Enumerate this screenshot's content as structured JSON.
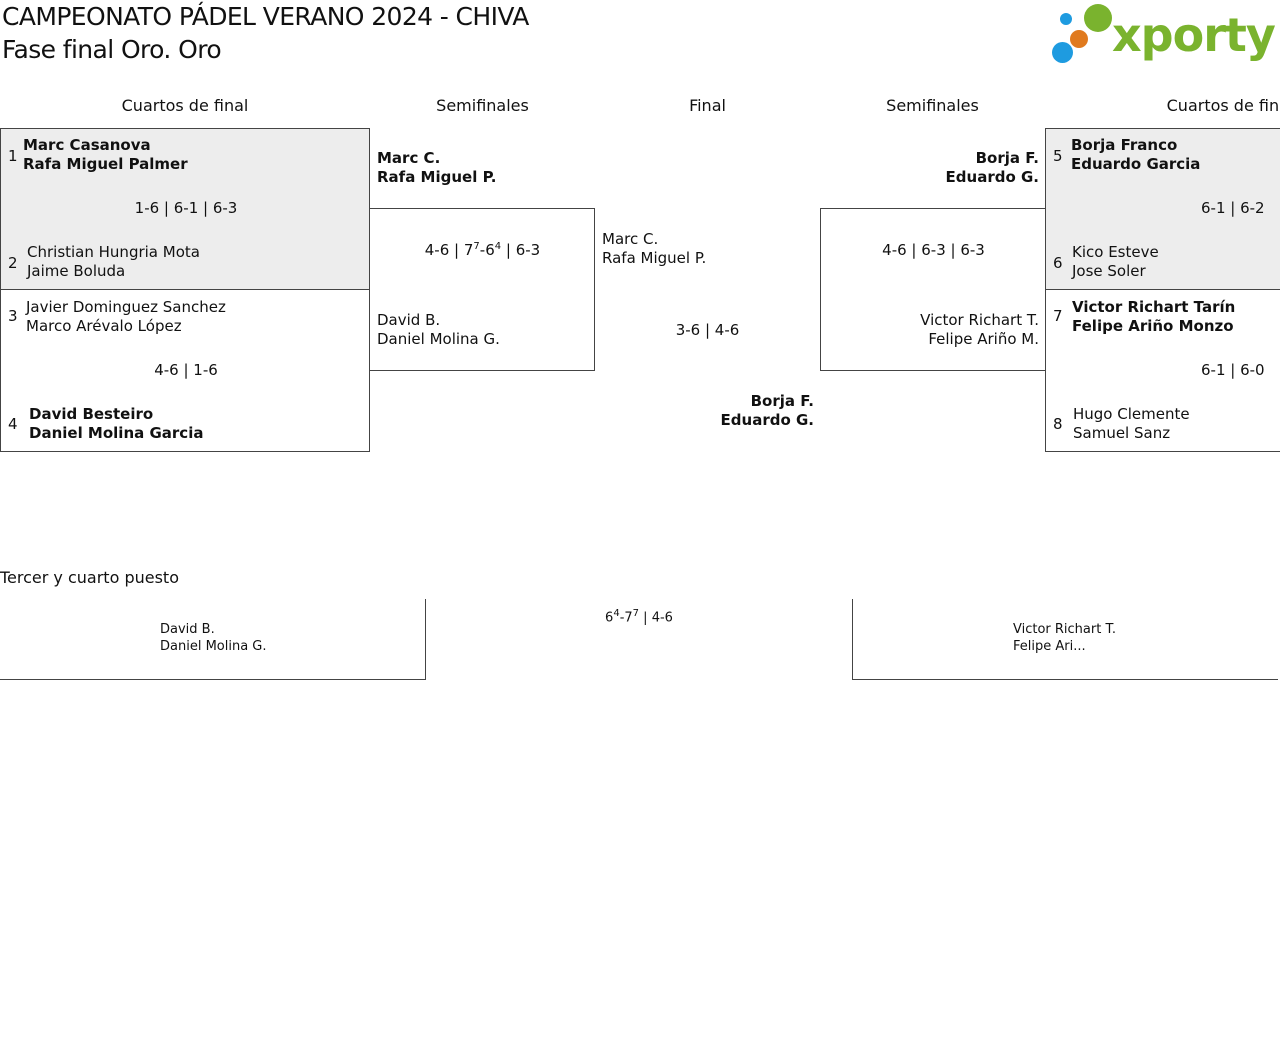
{
  "header": {
    "title": "CAMPEONATO PÁDEL VERANO 2024 - CHIVA",
    "subtitle": "Fase final Oro. Oro"
  },
  "logo": {
    "text": "xporty",
    "brand_color": "#7ab32e",
    "dot_colors": [
      "#7ab32e",
      "#e07a1e",
      "#1e9be0"
    ]
  },
  "rounds": {
    "qf_left": "Cuartos de final",
    "sf_left": "Semifinales",
    "final": "Final",
    "sf_right": "Semifinales",
    "qf_right": "Cuartos de final"
  },
  "qf": [
    {
      "seed_a": "1",
      "a1": "Marc Casanova",
      "a2": "Rafa Miguel Palmer",
      "score": "1-6 | 6-1 | 6-3",
      "seed_b": "2",
      "b1": "Christian Hungria Mota",
      "b2": "Jaime Boluda"
    },
    {
      "seed_a": "3",
      "a1": "Javier Dominguez Sanchez",
      "a2": "Marco Arévalo López",
      "score": "4-6 | 1-6",
      "seed_b": "4",
      "b1": "David Besteiro",
      "b2": "Daniel Molina Garcia"
    },
    {
      "seed_a": "5",
      "a1": "Borja Franco",
      "a2": "Eduardo Garcia",
      "score": "6-1 | 6-2",
      "seed_b": "6",
      "b1": "Kico Esteve",
      "b2": "Jose Soler"
    },
    {
      "seed_a": "7",
      "a1": "Victor Richart Tarín",
      "a2": "Felipe Ariño Monzo",
      "score": "6-1 | 6-0",
      "seed_b": "8",
      "b1": "Hugo Clemente",
      "b2": "Samuel Sanz"
    }
  ],
  "sf_left": {
    "a1": "Marc C.",
    "a2": "Rafa Miguel P.",
    "score_a": "4-6 | 7",
    "score_sup1": "7",
    "score_b": "-6",
    "score_sup2": "4",
    "score_c": " | 6-3",
    "b1": "David B.",
    "b2": "Daniel Molina G."
  },
  "sf_right": {
    "a1": "Borja F.",
    "a2": "Eduardo G.",
    "score": "4-6 | 6-3 | 6-3",
    "b1": "Victor Richart T.",
    "b2": "Felipe Ariño M."
  },
  "final": {
    "a1": "Marc C.",
    "a2": "Rafa Miguel P.",
    "score": "3-6 | 4-6",
    "b1": "Borja F.",
    "b2": "Eduardo G."
  },
  "third": {
    "title": "Tercer y cuarto puesto",
    "a1": "David B.",
    "a2": "Daniel Molina G.",
    "score_a": "6",
    "score_sup1": "4",
    "score_b": "-7",
    "score_sup2": "7",
    "score_c": " | 4-6",
    "b1": "Victor Richart T.",
    "b2": "Felipe Ari..."
  }
}
